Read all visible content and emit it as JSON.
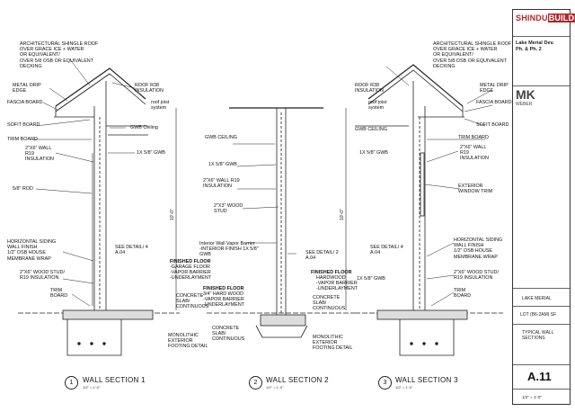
{
  "sections": [
    {
      "number": "1",
      "title": "WALL SECTION 1",
      "scale": "1/2\" = 1'-0\""
    },
    {
      "number": "2",
      "title": "WALL SECTION 2",
      "scale": "1/2\" = 1'-0\""
    },
    {
      "number": "3",
      "title": "WALL SECTION 3",
      "scale": "1/2\" = 1'-0\""
    }
  ],
  "dimension": "10'-0\"",
  "notes_s1_left": [
    "ARCHITECTURAL SHINGLE ROOF\nOVER GRACE ICE + WATER\nOR EQUIVALENT/\nOVER 5/8 OSB OR EQUIVALENT\nDECKING",
    "METAL DRIP\nEDGE",
    "FASCIA BOARD",
    "SOFIT BOARD",
    "TRIM BOARD",
    "2\"X6\" WALL\nR19\nINSULATION",
    "5/8\" ROD",
    "HORIZONTAL SIDING\nWALL FINISH\n1/2\" OSB HOUSE\nMEMBRANE WRAP",
    "2\"X6\" WOOD STUD/\nR19 INSULATION",
    "TRIM\nBOARD"
  ],
  "notes_s1_right": [
    "ROOF R38\nINSULATION",
    "roof joist\nsystem",
    "GWB Ceiling",
    "1X 5/8\" GWB",
    "SEE DETAIL/ 4\nA.04",
    "CONCRETE\nSLAB/\nCONTINUOUS",
    "MONOLITHIC\nEXTERIOR\nFOOTING DETAIL"
  ],
  "notes_s1_floor": {
    "title": "FINISHED FLOOR",
    "body": "-GARAGE FLOOR\n-VAPOR BARRIER\n-UNDERLAYMENT"
  },
  "notes_s2_left": [
    "GWB CEILING",
    "1X 5/8\" GWB",
    "2\"X6\" WALL R19\nINSULATION",
    "2\"X3\" WOOD\nSTUD",
    "Interior Wall Vapor Barrier\n-INTERIOR FINISH 1X 5/8\"\nGWB",
    "CONCRETE\nSLAB/\nCONTINUOUS"
  ],
  "notes_s2_floor": {
    "title": "FINISHED FLOOR",
    "body": "3/4\" HARD WOOD\n-VAPOR BARRIER\n-UNDERLAYMENT"
  },
  "notes_s2_right": [
    "SEE DETAIL/ 2\nA.04",
    "CONCRETE\nSLAB/\nCONTINUOUS",
    "MONOLITHIC\nEXTERIOR\nFOOTING DETAIL"
  ],
  "notes_s3_left": [
    "ARCHITECTURAL SHINGLE ROOF\nOVER GRACE ICE + WATER\nOR EQUIVALENT/\nOVER 5/8 OSB OR EQUIVALENT\nDECKING",
    "ROOF R38\nINSULATION",
    "roof joist\nsystem",
    "GWB Ceiling",
    "1X 5/8\" GWB",
    "SEE DETAIL/ 4\nA.04",
    "1X 5/8\" GWB"
  ],
  "notes_s3_floor": {
    "title": "FINISHED FLOOR",
    "body": "HARDWOOD\n-VAPOR BARRIER\n-UNDERLAYMENT"
  },
  "notes_s3_right": [
    "METAL DRIP\nEDGE",
    "FASCIA BOARD",
    "SOFIT BOARD",
    "TRIM BOARD",
    "2\"X6\" WALL\nR19\nINSULATION",
    "EXTERIOR\nWINDOW TRIM",
    "HORIZONTAL SIDING\nWALL FINISH\n1/2\" OSB HOUSE\nMEMBRANE WRAP",
    "2\"X6\" WOOD STUD/\nR19 INSULATION",
    "TRIM\nBOARD"
  ],
  "title_block": {
    "brand_a": "SHINDU",
    "brand_b": "BUILDER",
    "project": "Lake Merial Dev.\nPh. & Ph. 2",
    "logo": "MK",
    "logo_sub": "WEBER",
    "project_name": "LAKE MERIAL",
    "lot": "LOT (B6-2AM) SF",
    "sheet_title": "TYPICAL WALL\nSECTIONS",
    "sheet_number": "A.11",
    "scale": "1/2\" = 1'-0\""
  }
}
